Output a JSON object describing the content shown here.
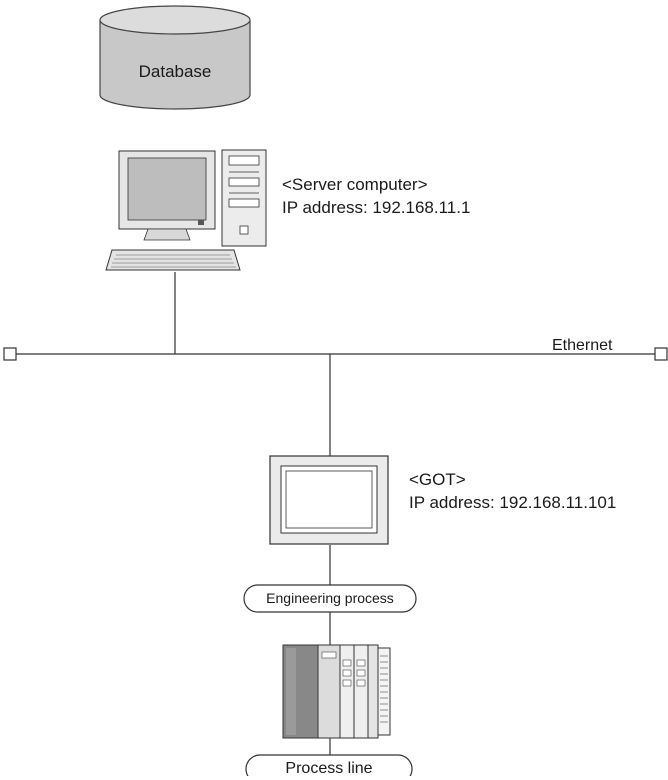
{
  "database": {
    "label": "Database"
  },
  "server": {
    "name": "<Server computer>",
    "ip": "IP address: 192.168.11.1"
  },
  "network": {
    "label": "Ethernet"
  },
  "got": {
    "name": "<GOT>",
    "ip": "IP address: 192.168.11.101"
  },
  "processes": {
    "engineering": "Engineering process",
    "line": "Process line"
  }
}
